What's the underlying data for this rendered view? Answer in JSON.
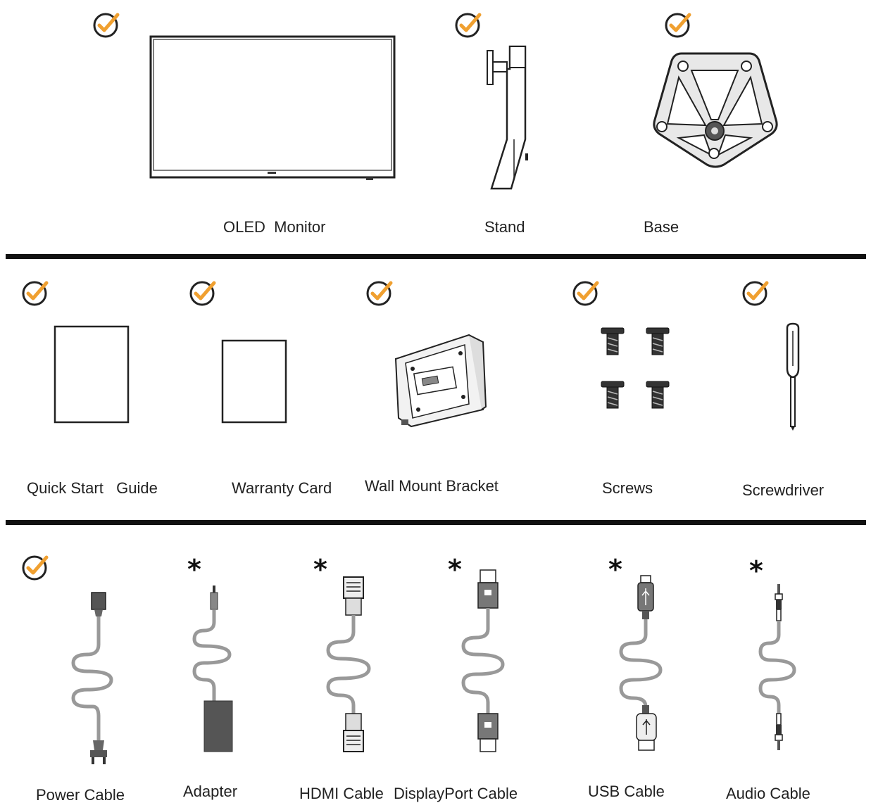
{
  "row1": {
    "items": [
      {
        "label": "OLED  Monitor",
        "mark": "check"
      },
      {
        "label": "Stand",
        "mark": "check"
      },
      {
        "label": "Base",
        "mark": "check"
      }
    ]
  },
  "row2": {
    "items": [
      {
        "label": "Quick Start   Guide",
        "mark": "check"
      },
      {
        "label": "Warranty Card",
        "mark": "check"
      },
      {
        "label": "Wall Mount Bracket",
        "mark": "check"
      },
      {
        "label": "Screws",
        "mark": "check"
      },
      {
        "label": "Screwdriver",
        "mark": "check"
      }
    ]
  },
  "row3": {
    "items": [
      {
        "label": "Power Cable",
        "mark": "check"
      },
      {
        "label": "Adapter",
        "mark": "*"
      },
      {
        "label": "HDMI Cable",
        "mark": "*"
      },
      {
        "label": "DisplayPort Cable",
        "mark": "*"
      },
      {
        "label": "USB Cable",
        "mark": "*"
      },
      {
        "label": "Audio Cable",
        "mark": "*"
      }
    ]
  },
  "colors": {
    "check": "#f0a030",
    "line": "#111111",
    "cable": "#999999"
  }
}
